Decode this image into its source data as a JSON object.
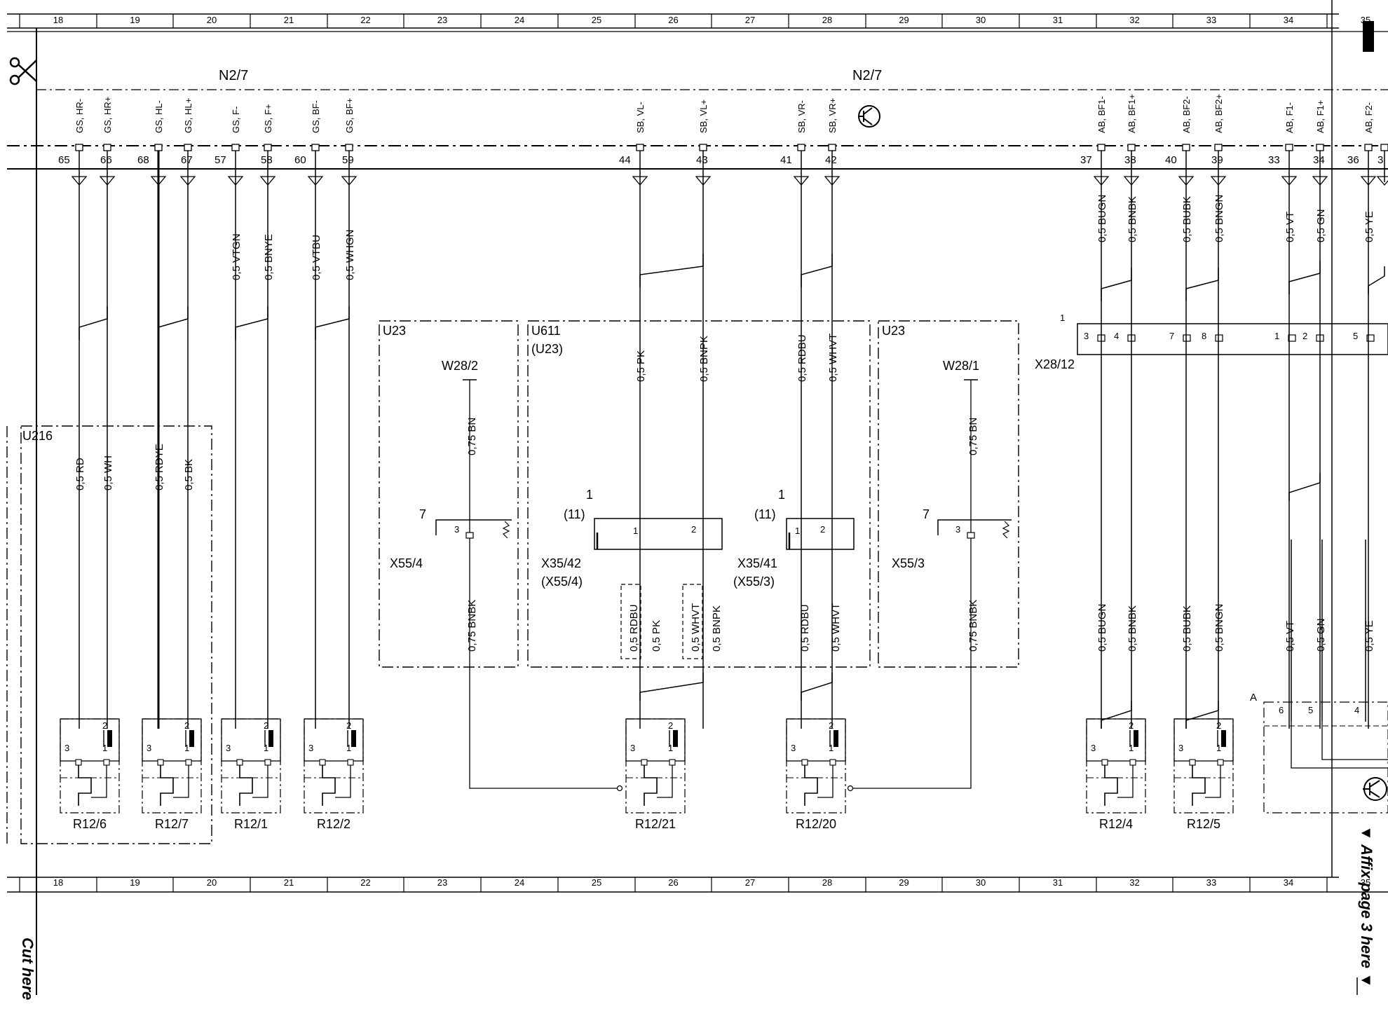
{
  "grid_numbers": [
    "18",
    "19",
    "20",
    "21",
    "22",
    "23",
    "24",
    "25",
    "26",
    "27",
    "28",
    "29",
    "30",
    "31",
    "32",
    "33",
    "34",
    "35"
  ],
  "header": {
    "n27_left": "N2/7",
    "n27_right": "N2/7"
  },
  "ecu_pins": [
    {
      "label": "GS, HR-",
      "pin": "65",
      "wire_top": "",
      "wire_mid": "0,5 RD"
    },
    {
      "label": "GS, HR+",
      "pin": "66",
      "wire_top": "",
      "wire_mid": "0,5 WH"
    },
    {
      "label": "GS, HL-",
      "pin": "68",
      "wire_top": "",
      "wire_mid": "0,5 RDYE"
    },
    {
      "label": "GS, HL+",
      "pin": "67",
      "wire_top": "",
      "wire_mid": "0,5 BK"
    },
    {
      "label": "GS, F-",
      "pin": "57",
      "wire_top": "0,5 VTGN",
      "wire_mid": ""
    },
    {
      "label": "GS, F+",
      "pin": "58",
      "wire_top": "0,5 BNYE",
      "wire_mid": ""
    },
    {
      "label": "GS, BF-",
      "pin": "60",
      "wire_top": "0,5 VTBU",
      "wire_mid": ""
    },
    {
      "label": "GS, BF+",
      "pin": "59",
      "wire_top": "0,5 WHGN",
      "wire_mid": ""
    },
    {
      "label": "SB, VL-",
      "pin": "44",
      "wire_top": "",
      "wire_mid": "0,5 PK"
    },
    {
      "label": "SB, VL+",
      "pin": "43",
      "wire_top": "",
      "wire_mid": "0,5 BNPK"
    },
    {
      "label": "SB, VR-",
      "pin": "41",
      "wire_top": "",
      "wire_mid": "0,5 RDBU"
    },
    {
      "label": "SB, VR+",
      "pin": "42",
      "wire_top": "",
      "wire_mid": "0,5 WHVT"
    },
    {
      "label": "AB, BF1-",
      "pin": "37",
      "wire_top": "0,5 BUGN",
      "wire_mid": "0,5 BUGN"
    },
    {
      "label": "AB, BF1+",
      "pin": "38",
      "wire_top": "0,5 BNBK",
      "wire_mid": "0,5 BNBK"
    },
    {
      "label": "AB, BF2-",
      "pin": "40",
      "wire_top": "0,5 BUBK",
      "wire_mid": "0,5 BUBK"
    },
    {
      "label": "AB, BF2+",
      "pin": "39",
      "wire_top": "0,5 BNGN",
      "wire_mid": "0,5 BNGN"
    },
    {
      "label": "AB, F1-",
      "pin": "33",
      "wire_top": "0,5 VT",
      "wire_mid": "0,5 VT"
    },
    {
      "label": "AB, F1+",
      "pin": "34",
      "wire_top": "0,5 GN",
      "wire_mid": "0,5 GN"
    },
    {
      "label": "AB, F2-",
      "pin": "36",
      "wire_top": "0,5 YE",
      "wire_mid": "0,5 YE"
    },
    {
      "label": "",
      "pin": "3",
      "wire_top": "",
      "wire_mid": ""
    }
  ],
  "modules": {
    "u216": "U216",
    "u23_left": "U23",
    "u611": "U611",
    "u611_sub": "(U23)",
    "u23_right": "U23"
  },
  "w28_left": {
    "label": "W28/2",
    "wire_top": "0,75 BN",
    "wire_bottom": "0,75 BNBK",
    "connector": "X55/4",
    "num": "7",
    "pin": "3"
  },
  "w28_right": {
    "label": "W28/1",
    "wire_top": "0,75 BN",
    "wire_bottom": "0,75 BNBK",
    "connector": "X55/3",
    "num": "7",
    "pin": "3"
  },
  "x3542": {
    "name": "X35/42",
    "sub": "(X55/4)",
    "one": "1",
    "eleven": "(11)",
    "pin1": "1",
    "pin2": "2"
  },
  "x3541": {
    "name": "X35/41",
    "sub": "(X55/3)",
    "one": "1",
    "eleven": "(11)",
    "pin1": "1",
    "pin2": "2"
  },
  "x3542_lower": [
    "0,5 RDBU",
    "0,5 PK",
    "0,5 WHVT",
    "0,5 BNPK"
  ],
  "x3541_lower": [
    "0,5 RDBU",
    "0,5 WHVT"
  ],
  "x2812": {
    "name": "X28/12",
    "one": "1",
    "pins": [
      "3",
      "4",
      "7",
      "8",
      "1",
      "2",
      "5"
    ]
  },
  "sensor_a": {
    "label": "A",
    "pins": [
      "6",
      "5",
      "4"
    ]
  },
  "sensors": [
    {
      "name": "R12/6",
      "p2": "2",
      "p3": "3",
      "p1": "1"
    },
    {
      "name": "R12/7",
      "p2": "2",
      "p3": "3",
      "p1": "1"
    },
    {
      "name": "R12/1",
      "p2": "2",
      "p3": "3",
      "p1": "1"
    },
    {
      "name": "R12/2",
      "p2": "2",
      "p3": "3",
      "p1": "1"
    },
    {
      "name": "R12/21",
      "p2": "2",
      "p3": "3",
      "p1": "1"
    },
    {
      "name": "R12/20",
      "p2": "2",
      "p3": "3",
      "p1": "1"
    },
    {
      "name": "R12/4",
      "p2": "2",
      "p3": "3",
      "p1": "1"
    },
    {
      "name": "R12/5",
      "p2": "2",
      "p3": "3",
      "p1": "1"
    }
  ],
  "footer": {
    "cut_here": "Cut here",
    "affix": "▼ Affix page 3 here ▼"
  },
  "icons": {
    "scissors": "scissors-icon",
    "transistor": "transistor-icon"
  }
}
